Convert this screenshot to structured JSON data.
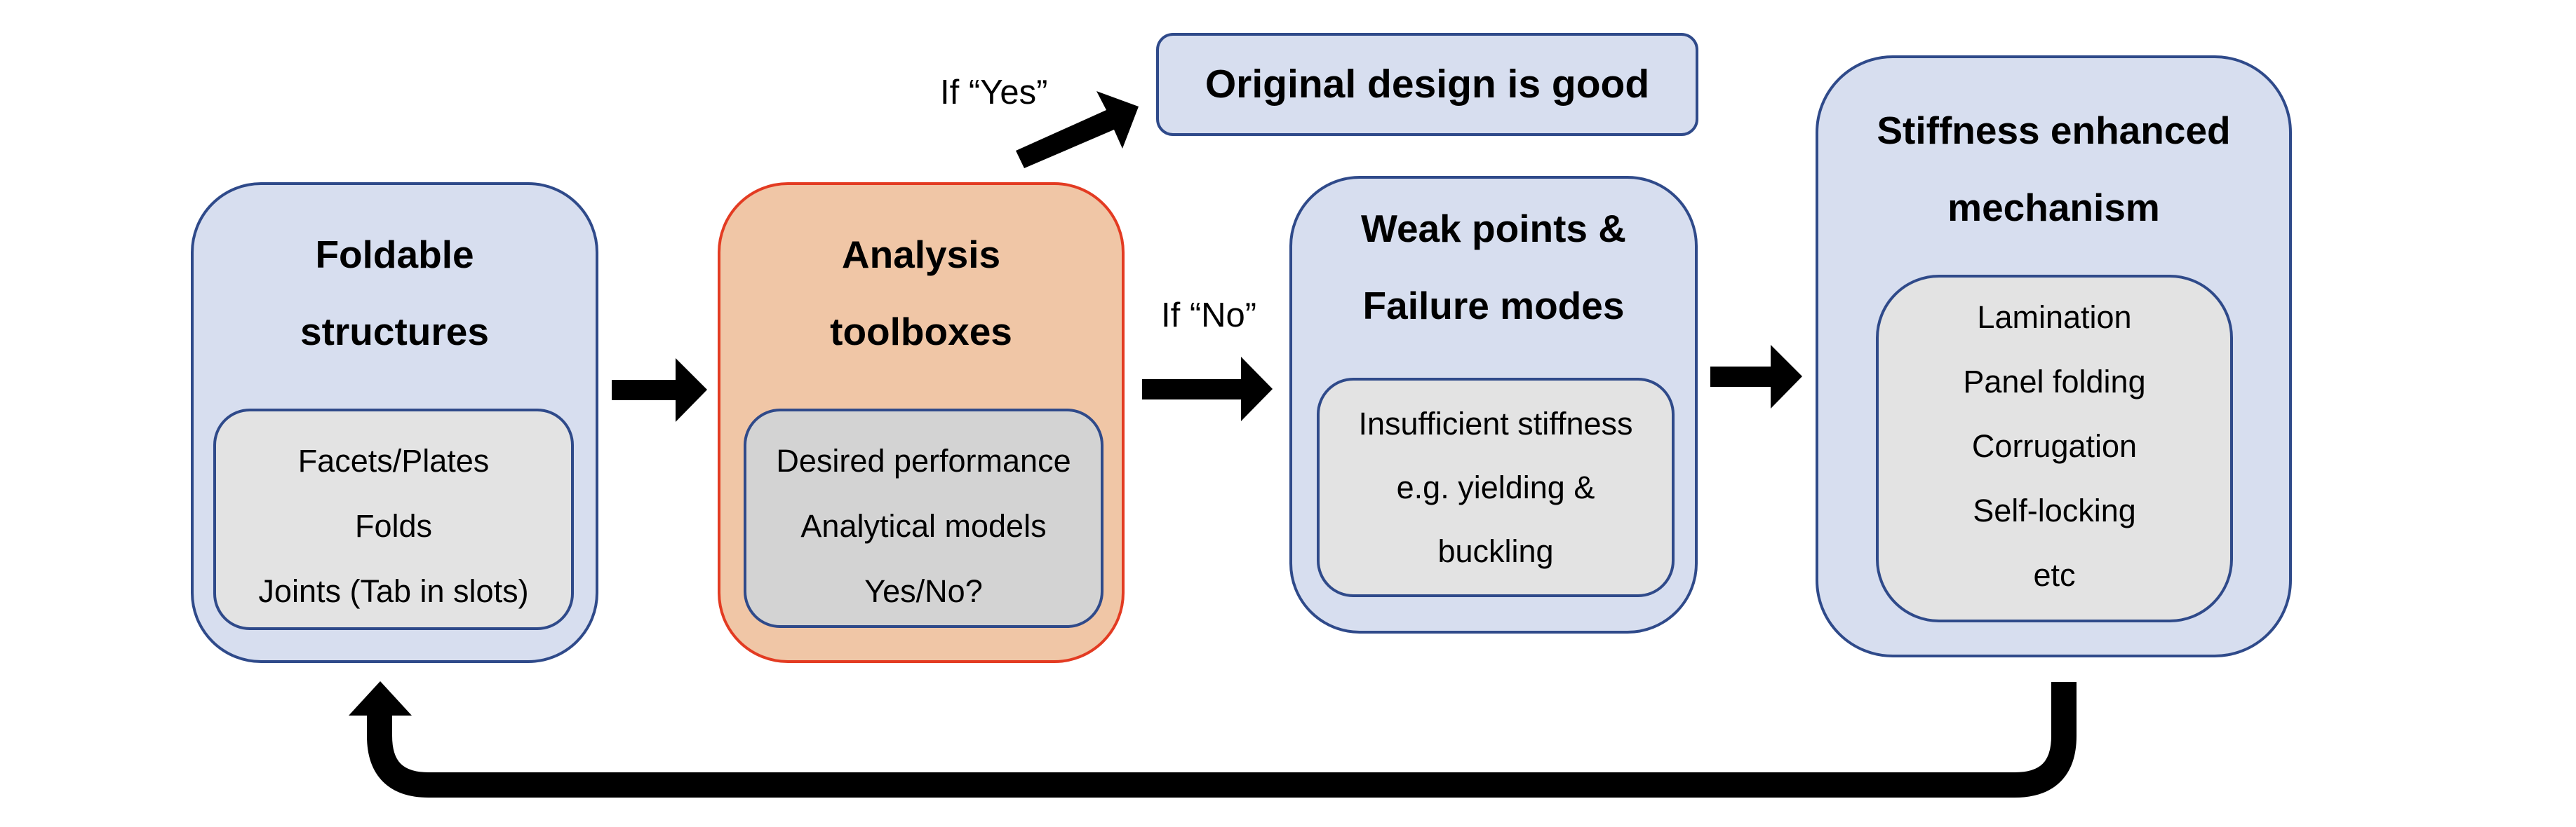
{
  "colors": {
    "box_fill": "#D7DEEF",
    "box_border": "#2F4A8A",
    "analysis_fill": "#F0C6A6",
    "analysis_border": "#E33B22",
    "inner_fill": "#E3E3E3",
    "inner_fill_dark": "#D3D3D3",
    "arrow": "#000000"
  },
  "nodes": {
    "foldable": {
      "title": [
        "Foldable",
        "structures"
      ],
      "items": [
        "Facets/Plates",
        "Folds",
        "Joints (Tab in slots)"
      ]
    },
    "analysis": {
      "title": [
        "Analysis",
        "toolboxes"
      ],
      "items": [
        "Desired performance",
        "Analytical models",
        "Yes/No?"
      ]
    },
    "original": {
      "title": "Original design is good"
    },
    "weak": {
      "title": [
        "Weak points &",
        "Failure modes"
      ],
      "items": [
        "Insufficient stiffness",
        "e.g. yielding &",
        "buckling"
      ]
    },
    "stiffness": {
      "title": [
        "Stiffness enhanced",
        "mechanism"
      ],
      "items": [
        "Lamination",
        "Panel folding",
        "Corrugation",
        "Self-locking",
        "etc"
      ]
    }
  },
  "edges": {
    "yes_label": "If “Yes”",
    "no_label": "If “No”"
  }
}
